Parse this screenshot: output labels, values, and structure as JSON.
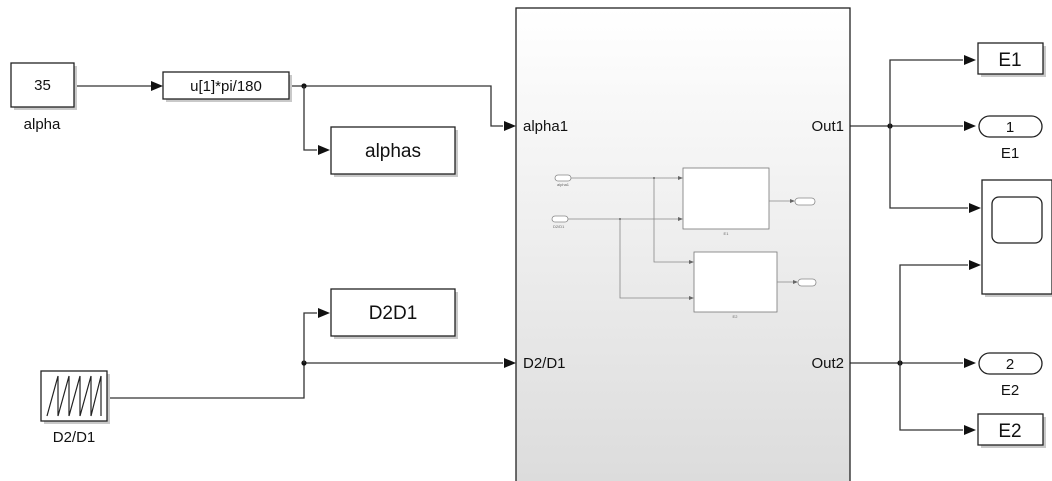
{
  "blocks": {
    "constant": {
      "value": "35",
      "caption": "alpha"
    },
    "fcn": {
      "expression": "u[1]*pi/180"
    },
    "display_alphas": {
      "label": "alphas"
    },
    "display_d2d1": {
      "label": "D2D1"
    },
    "ramp_source": {
      "caption": "D2/D1"
    },
    "subsystem": {
      "in_ports": [
        "alpha1",
        "D2/D1"
      ],
      "out_ports": [
        "Out1",
        "Out2"
      ],
      "inner": {
        "in_labels": [
          "alpha1",
          "D2/D1"
        ],
        "block_captions": [
          "E1",
          "E2"
        ]
      }
    },
    "goto_e1": {
      "label": "E1"
    },
    "outport_1": {
      "number": "1",
      "caption": "E1"
    },
    "outport_2": {
      "number": "2",
      "caption": "E2"
    },
    "goto_e2": {
      "label": "E2"
    }
  }
}
